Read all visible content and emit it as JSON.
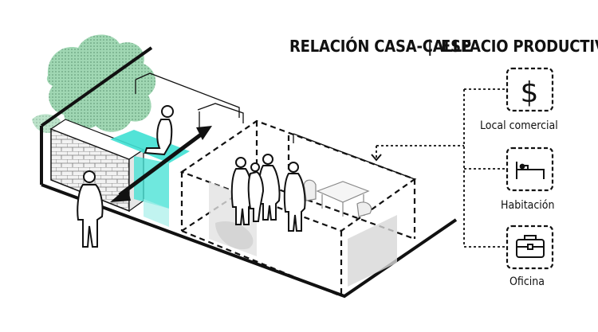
{
  "title": {
    "left": "RELACIÓN CASA-CALLE",
    "separator": "|",
    "right": "ESPACIO PRODUCTIVO"
  },
  "uses": [
    {
      "label": "Local comercial",
      "icon": "dollar-icon",
      "glyph": "$"
    },
    {
      "label": "Habitación",
      "icon": "bed-icon",
      "glyph": ""
    },
    {
      "label": "Oficina",
      "icon": "briefcase-icon",
      "glyph": ""
    }
  ],
  "colors": {
    "ink": "#111111",
    "tree": "#7fc39a",
    "patio": "#3fe0d3",
    "shadow": "#c8c8c8"
  }
}
